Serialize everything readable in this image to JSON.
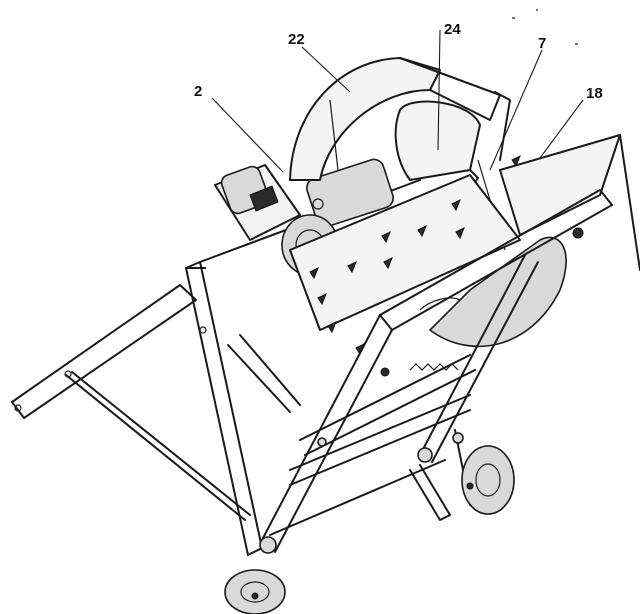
{
  "diagram": {
    "callouts": [
      {
        "id": "c2",
        "label": "2"
      },
      {
        "id": "c22",
        "label": "22"
      },
      {
        "id": "c24",
        "label": "24"
      },
      {
        "id": "c7",
        "label": "7"
      },
      {
        "id": "c18",
        "label": "18"
      }
    ]
  }
}
